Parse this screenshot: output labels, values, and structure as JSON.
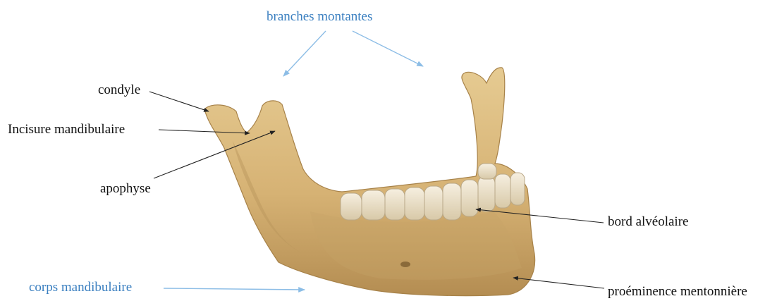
{
  "labels": {
    "branches_montantes": "branches montantes",
    "condyle": "condyle",
    "incisure": "Incisure mandibulaire",
    "apophyse": "apophyse",
    "bord_alveolaire": "bord alvéolaire",
    "corps_mandibulaire": "corps mandibulaire",
    "proeminence": "proéminence mentonnière"
  },
  "colors": {
    "label_text": "#111111",
    "accent_label": "#3a7fc0",
    "arrow_blue": "#8cbde6",
    "arrow_black": "#222222",
    "bone": "#d9b97a",
    "bone_shadow": "#b8945a",
    "teeth": "#ece3cf"
  },
  "icons": {
    "illustration": "mandible-bone-illustration"
  }
}
